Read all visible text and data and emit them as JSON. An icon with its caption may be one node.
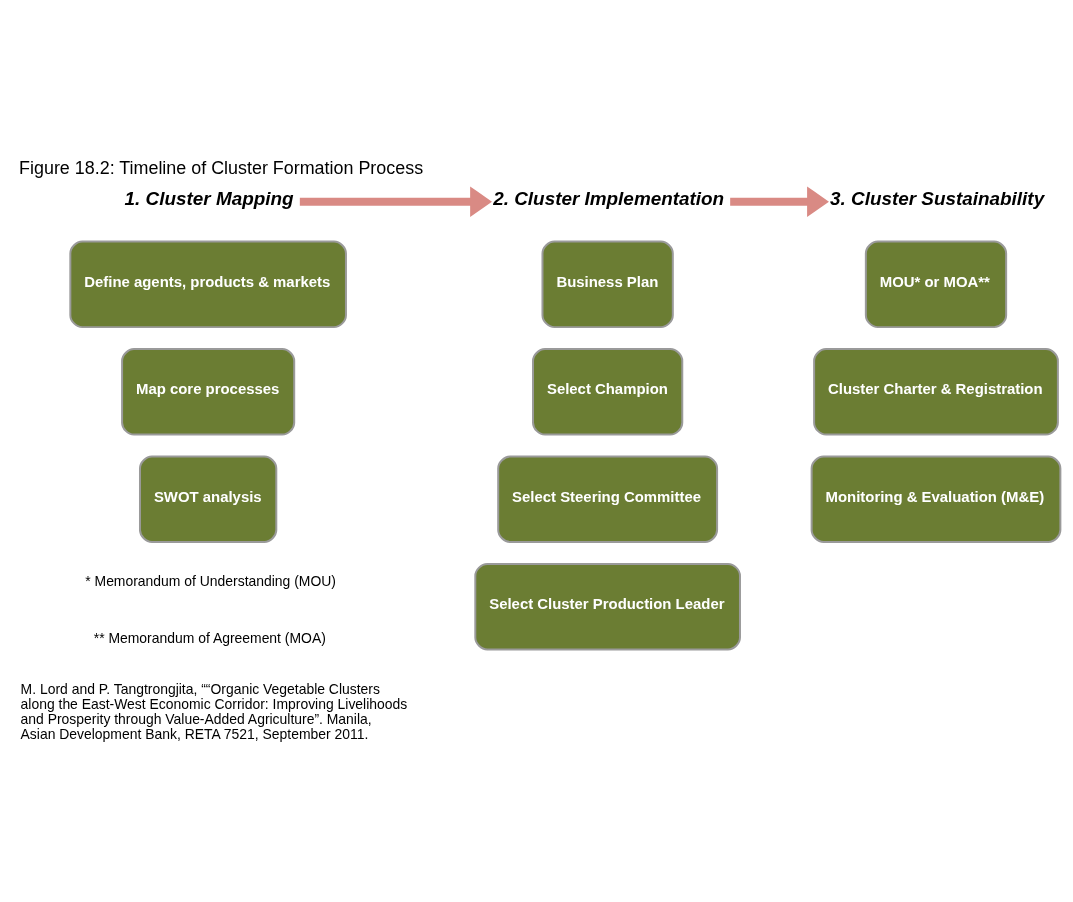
{
  "diagram": {
    "title": "Figure 18.2: Timeline of Cluster Formation Process",
    "nodes": [
      {
        "text": [
          "1. Cluster Mapping"
        ]
      },
      {
        "text": [
          "Define agents, products & markets"
        ]
      },
      {
        "text": [
          "Map core processes"
        ]
      },
      {
        "text": [
          "SWOT analysis"
        ]
      },
      {
        "text": [
          "2. Cluster Implementation"
        ]
      },
      {
        "text": [
          "Business Plan"
        ]
      },
      {
        "text": [
          "Select Champion"
        ]
      },
      {
        "text": [
          "Select Steering Committee"
        ]
      },
      {
        "text": [
          "Select Cluster Production Leader"
        ]
      },
      {
        "text": [
          "3. Cluster Sustainability"
        ]
      },
      {
        "text": [
          "MOU* or MOA**"
        ]
      },
      {
        "text": [
          "Cluster Charter & Registration"
        ]
      },
      {
        "text": [
          "Monitoring & Evaluation (M&E)"
        ]
      }
    ],
    "edges": [
      {
        "from": 0,
        "to": 4,
        "arrow": "to"
      },
      {
        "from": 4,
        "to": 9,
        "arrow": "to"
      }
    ],
    "labels": [
      "* Memorandum of Understanding (MOU)",
      "** Memorandum of Agreement (MOA)",
      "M. Lord and P. Tangtrongjita, ““Organic Vegetable Clusters along the East-West Economic Corridor: Improving Livelihoods and Prosperity through Value-Added Agriculture”. Manila, Asian Development Bank, RETA 7521, September 2011."
    ]
  }
}
